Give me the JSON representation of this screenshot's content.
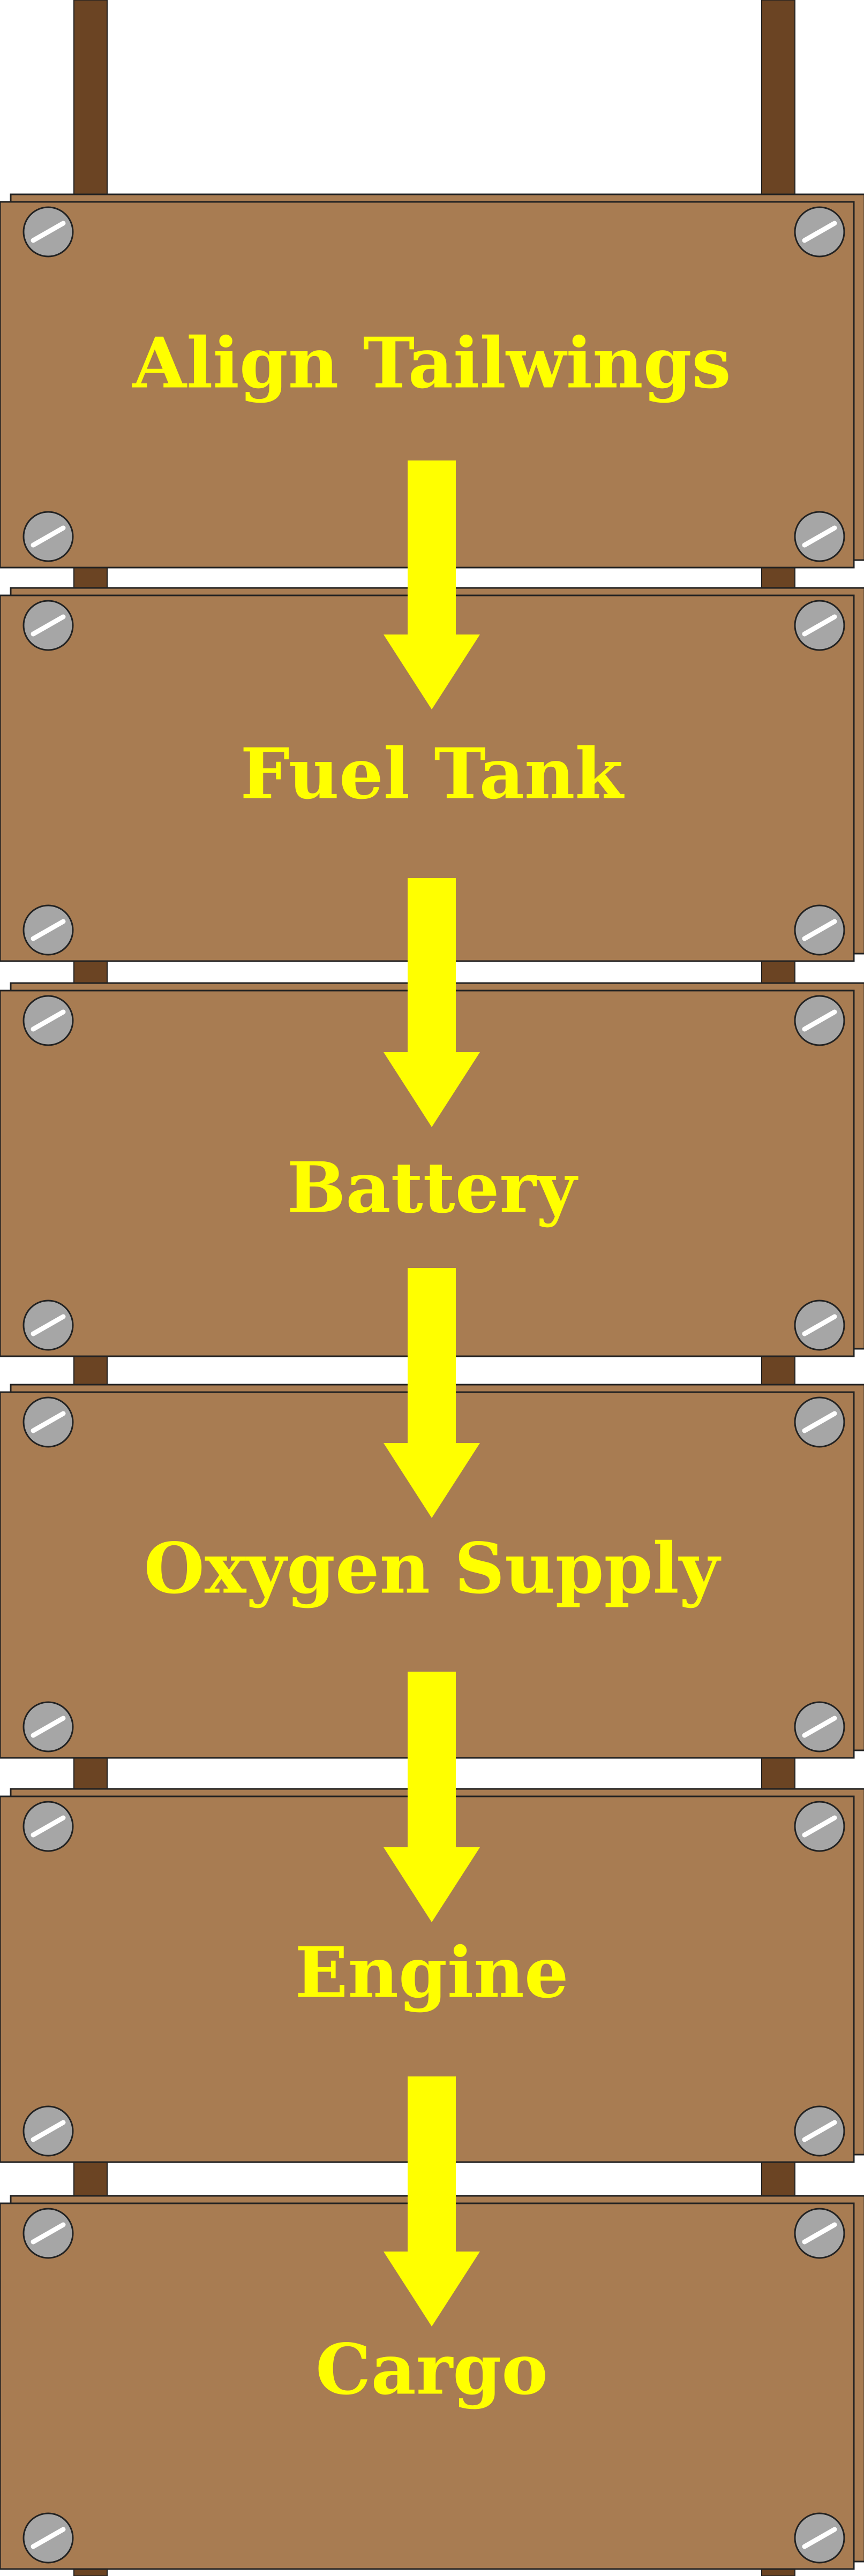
{
  "diagram": {
    "steps": [
      {
        "id": "align-tailwings",
        "label": "Align Tailwings"
      },
      {
        "id": "fuel-tank",
        "label": "Fuel Tank"
      },
      {
        "id": "battery",
        "label": "Battery"
      },
      {
        "id": "oxygen-supply",
        "label": "Oxygen Supply"
      },
      {
        "id": "engine",
        "label": "Engine"
      },
      {
        "id": "cargo",
        "label": "Cargo"
      }
    ]
  },
  "colors": {
    "board": "#a87c52",
    "board_back": "#a87c52",
    "post": "#6b4423",
    "outline": "#222222",
    "arrow": "#ffff00",
    "label": "#ffff00",
    "screw_fill": "#a6a6a6",
    "screw_slot": "#ffffff"
  }
}
